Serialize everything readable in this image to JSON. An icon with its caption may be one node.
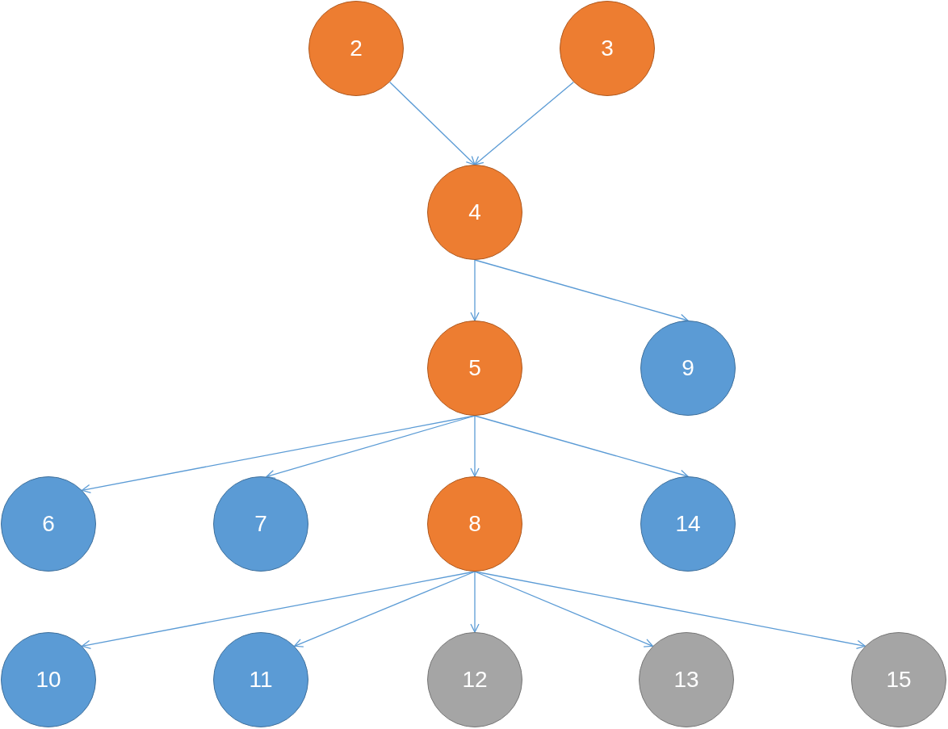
{
  "diagram": {
    "nodes": [
      {
        "text": [
          "2"
        ]
      },
      {
        "text": [
          "3"
        ]
      },
      {
        "text": [
          "4"
        ]
      },
      {
        "text": [
          "5"
        ]
      },
      {
        "text": [
          "9"
        ]
      },
      {
        "text": [
          "6"
        ]
      },
      {
        "text": [
          "7"
        ]
      },
      {
        "text": [
          "8"
        ]
      },
      {
        "text": [
          "14"
        ]
      },
      {
        "text": [
          "10"
        ]
      },
      {
        "text": [
          "11"
        ]
      },
      {
        "text": [
          "12"
        ]
      },
      {
        "text": [
          "13"
        ]
      },
      {
        "text": [
          "15"
        ]
      }
    ],
    "edges": [
      {
        "from": 0,
        "to": 2,
        "arrow": "to"
      },
      {
        "from": 1,
        "to": 2,
        "arrow": "to"
      },
      {
        "from": 2,
        "to": 3,
        "arrow": "to"
      },
      {
        "from": 2,
        "to": 4,
        "arrow": "to"
      },
      {
        "from": 3,
        "to": 5,
        "arrow": "to"
      },
      {
        "from": 3,
        "to": 6,
        "arrow": "to"
      },
      {
        "from": 3,
        "to": 7,
        "arrow": "to"
      },
      {
        "from": 3,
        "to": 8,
        "arrow": "to"
      },
      {
        "from": 7,
        "to": 9,
        "arrow": "to"
      },
      {
        "from": 7,
        "to": 10,
        "arrow": "to"
      },
      {
        "from": 7,
        "to": 11,
        "arrow": "to"
      },
      {
        "from": 7,
        "to": 12,
        "arrow": "to"
      },
      {
        "from": 7,
        "to": 13,
        "arrow": "to"
      }
    ]
  }
}
